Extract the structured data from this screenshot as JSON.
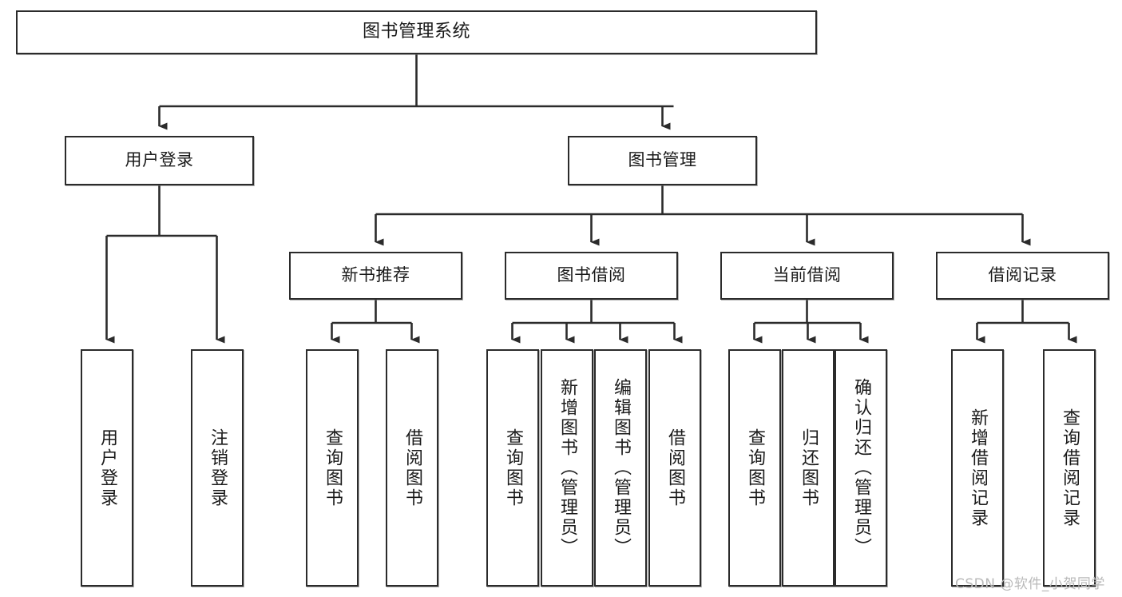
{
  "diagram": {
    "type": "tree",
    "title": "图书管理系统",
    "orientation": "top-down",
    "line_color": "#2b2b2b",
    "box_fill": "#ffffff",
    "box_border": "#2b2b2b",
    "text_color": "#1a1a1a",
    "watermark": "CSDN @软件_小贺同学",
    "watermark_color": "#b9b9b9"
  },
  "nodes": {
    "root": {
      "label": "图书管理系统",
      "level": 0
    },
    "level1": [
      {
        "id": "user-login",
        "label": "用户登录"
      },
      {
        "id": "book-management",
        "label": "图书管理"
      }
    ],
    "level2": [
      {
        "id": "new-book-recommend",
        "label": "新书推荐",
        "parent": "book-management"
      },
      {
        "id": "book-borrow",
        "label": "图书借阅",
        "parent": "book-management"
      },
      {
        "id": "current-borrow",
        "label": "当前借阅",
        "parent": "book-management"
      },
      {
        "id": "borrow-record",
        "label": "借阅记录",
        "parent": "book-management"
      }
    ],
    "leaves": {
      "user-login": [
        {
          "id": "leaf-user-login",
          "label": "用户登录"
        },
        {
          "id": "leaf-logout-login",
          "label": "注销登录"
        }
      ],
      "new-book-recommend": [
        {
          "id": "leaf-query-book-1",
          "label": "查询图书"
        },
        {
          "id": "leaf-borrow-book-1",
          "label": "借阅图书"
        }
      ],
      "book-borrow": [
        {
          "id": "leaf-query-book-2",
          "label": "查询图书"
        },
        {
          "id": "leaf-add-book",
          "label": "新增图书（管理员）"
        },
        {
          "id": "leaf-edit-book",
          "label": "编辑图书（管理员）"
        },
        {
          "id": "leaf-borrow-book-2",
          "label": "借阅图书"
        }
      ],
      "current-borrow": [
        {
          "id": "leaf-query-book-3",
          "label": "查询图书"
        },
        {
          "id": "leaf-return-book",
          "label": "归还图书"
        },
        {
          "id": "leaf-confirm-return",
          "label": "确认归还（管理员）"
        }
      ],
      "borrow-record": [
        {
          "id": "leaf-add-record",
          "label": "新增借阅记录"
        },
        {
          "id": "leaf-query-record",
          "label": "查询借阅记录"
        }
      ]
    }
  }
}
